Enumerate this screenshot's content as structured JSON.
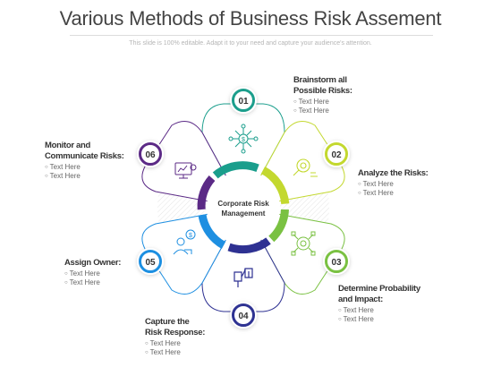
{
  "header": {
    "title": "Various Methods of Business Risk Assement",
    "subtitle": "This slide is 100% editable. Adapt it to your need and capture your audience's attention."
  },
  "center": {
    "line1": "Corporate Risk",
    "line2": "Management"
  },
  "steps": [
    {
      "number": "01",
      "title_line1": "Brainstorm all",
      "title_line2": "Possible Risks:",
      "bullets": [
        "Text Here",
        "Text Here"
      ],
      "color": "#1a9e8c",
      "icon": "money-network-icon"
    },
    {
      "number": "02",
      "title_line1": "Analyze the Risks:",
      "title_line2": "",
      "bullets": [
        "Text Here",
        "Text Here"
      ],
      "color": "#c3d82f",
      "icon": "magnifier-analysis-icon"
    },
    {
      "number": "03",
      "title_line1": "Determine Probability",
      "title_line2": "and Impact:",
      "bullets": [
        "Text Here",
        "Text Here"
      ],
      "color": "#7ac142",
      "icon": "risk-target-icon"
    },
    {
      "number": "04",
      "title_line1": "Capture the",
      "title_line2": "Risk Response:",
      "bullets": [
        "Text Here",
        "Text Here"
      ],
      "color": "#2e3192",
      "icon": "handshake-icon"
    },
    {
      "number": "05",
      "title_line1": "Assign Owner:",
      "title_line2": "",
      "bullets": [
        "Text Here",
        "Text Here"
      ],
      "color": "#1e8fe1",
      "icon": "owner-assign-icon"
    },
    {
      "number": "06",
      "title_line1": "Monitor and",
      "title_line2": "Communicate Risks:",
      "bullets": [
        "Text Here",
        "Text Here"
      ],
      "color": "#5b2a86",
      "icon": "monitor-chart-icon"
    }
  ]
}
